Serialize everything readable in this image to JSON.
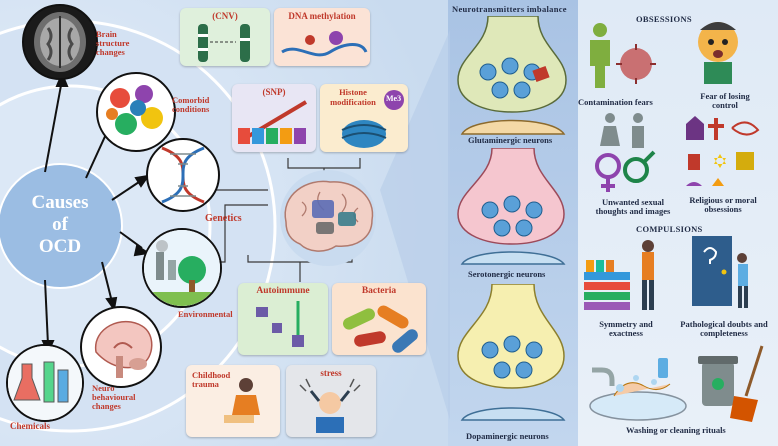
{
  "center": {
    "title_line1": "Causes",
    "title_line2": "of",
    "title_line3": "OCD"
  },
  "causes": {
    "brain": "Brain structure changes",
    "comorbid": "Comorbid conditions",
    "genetics": "Genetics",
    "environmental": "Environmental",
    "neuro": "Neuro behavioural changes",
    "chemicals": "Chemicals"
  },
  "genetics_cards": {
    "cnv": "(CNV)",
    "dna": "DNA methylation",
    "snp": "(SNP)",
    "histone": "Histone modification",
    "me3": "Me3"
  },
  "environment_cards": {
    "autoimmune": "Autoimmune",
    "bacteria": "Bacteria",
    "childhood": "Childhood trauma",
    "stress": "stress"
  },
  "neurotransmitters": {
    "header": "Neurotransmitters imbalance",
    "glutamatergic": "Glutaminergic neurons",
    "serotonergic": "Serotonergic neurons",
    "dopaminergic": "Dopaminergic neurons"
  },
  "obsessions": {
    "header": "OBSESSIONS",
    "contamination": "Contamination fears",
    "control": "Fear of losing control",
    "sexual": "Unwanted sexual thoughts and images",
    "religious": "Religious or moral obsessions"
  },
  "compulsions": {
    "header": "COMPULSIONS",
    "symmetry": "Symmetry and exactness",
    "doubts": "Pathological doubts and completeness",
    "washing": "Washing or cleaning rituals"
  },
  "colors": {
    "label_red": "#c0392b",
    "navy": "#1f2a44",
    "panel_blue": "#c8daf0",
    "neuro_blue": "#b9cfe9",
    "right_blue": "#dce8f5"
  }
}
